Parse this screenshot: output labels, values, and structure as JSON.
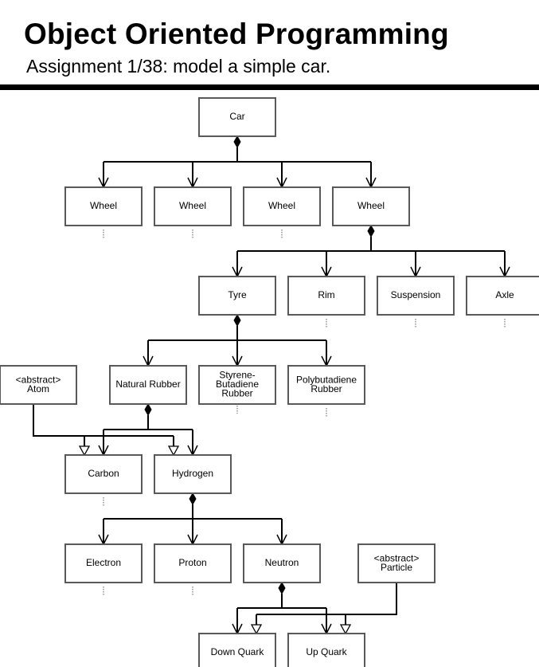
{
  "header": {
    "title": "Object Oriented Programming",
    "subtitle": "Assignment 1/38: model a simple car."
  },
  "nodes": {
    "car": [
      "Car"
    ],
    "wheel1": [
      "Wheel"
    ],
    "wheel2": [
      "Wheel"
    ],
    "wheel3": [
      "Wheel"
    ],
    "wheel4": [
      "Wheel"
    ],
    "tyre": [
      "Tyre"
    ],
    "rim": [
      "Rim"
    ],
    "suspension": [
      "Suspension"
    ],
    "axle": [
      "Axle"
    ],
    "atom": [
      "<abstract>",
      "Atom"
    ],
    "natural_rubber": [
      "Natural Rubber"
    ],
    "styrene_butadiene_rubber": [
      "Styrene-",
      "Butadiene",
      "Rubber"
    ],
    "polybutadiene_rubber": [
      "Polybutadiene",
      "Rubber"
    ],
    "carbon": [
      "Carbon"
    ],
    "hydrogen": [
      "Hydrogen"
    ],
    "electron": [
      "Electron"
    ],
    "proton": [
      "Proton"
    ],
    "neutron": [
      "Neutron"
    ],
    "particle": [
      "<abstract>",
      "Particle"
    ],
    "down_quark": [
      "Down Quark"
    ],
    "up_quark": [
      "Up Quark"
    ]
  }
}
